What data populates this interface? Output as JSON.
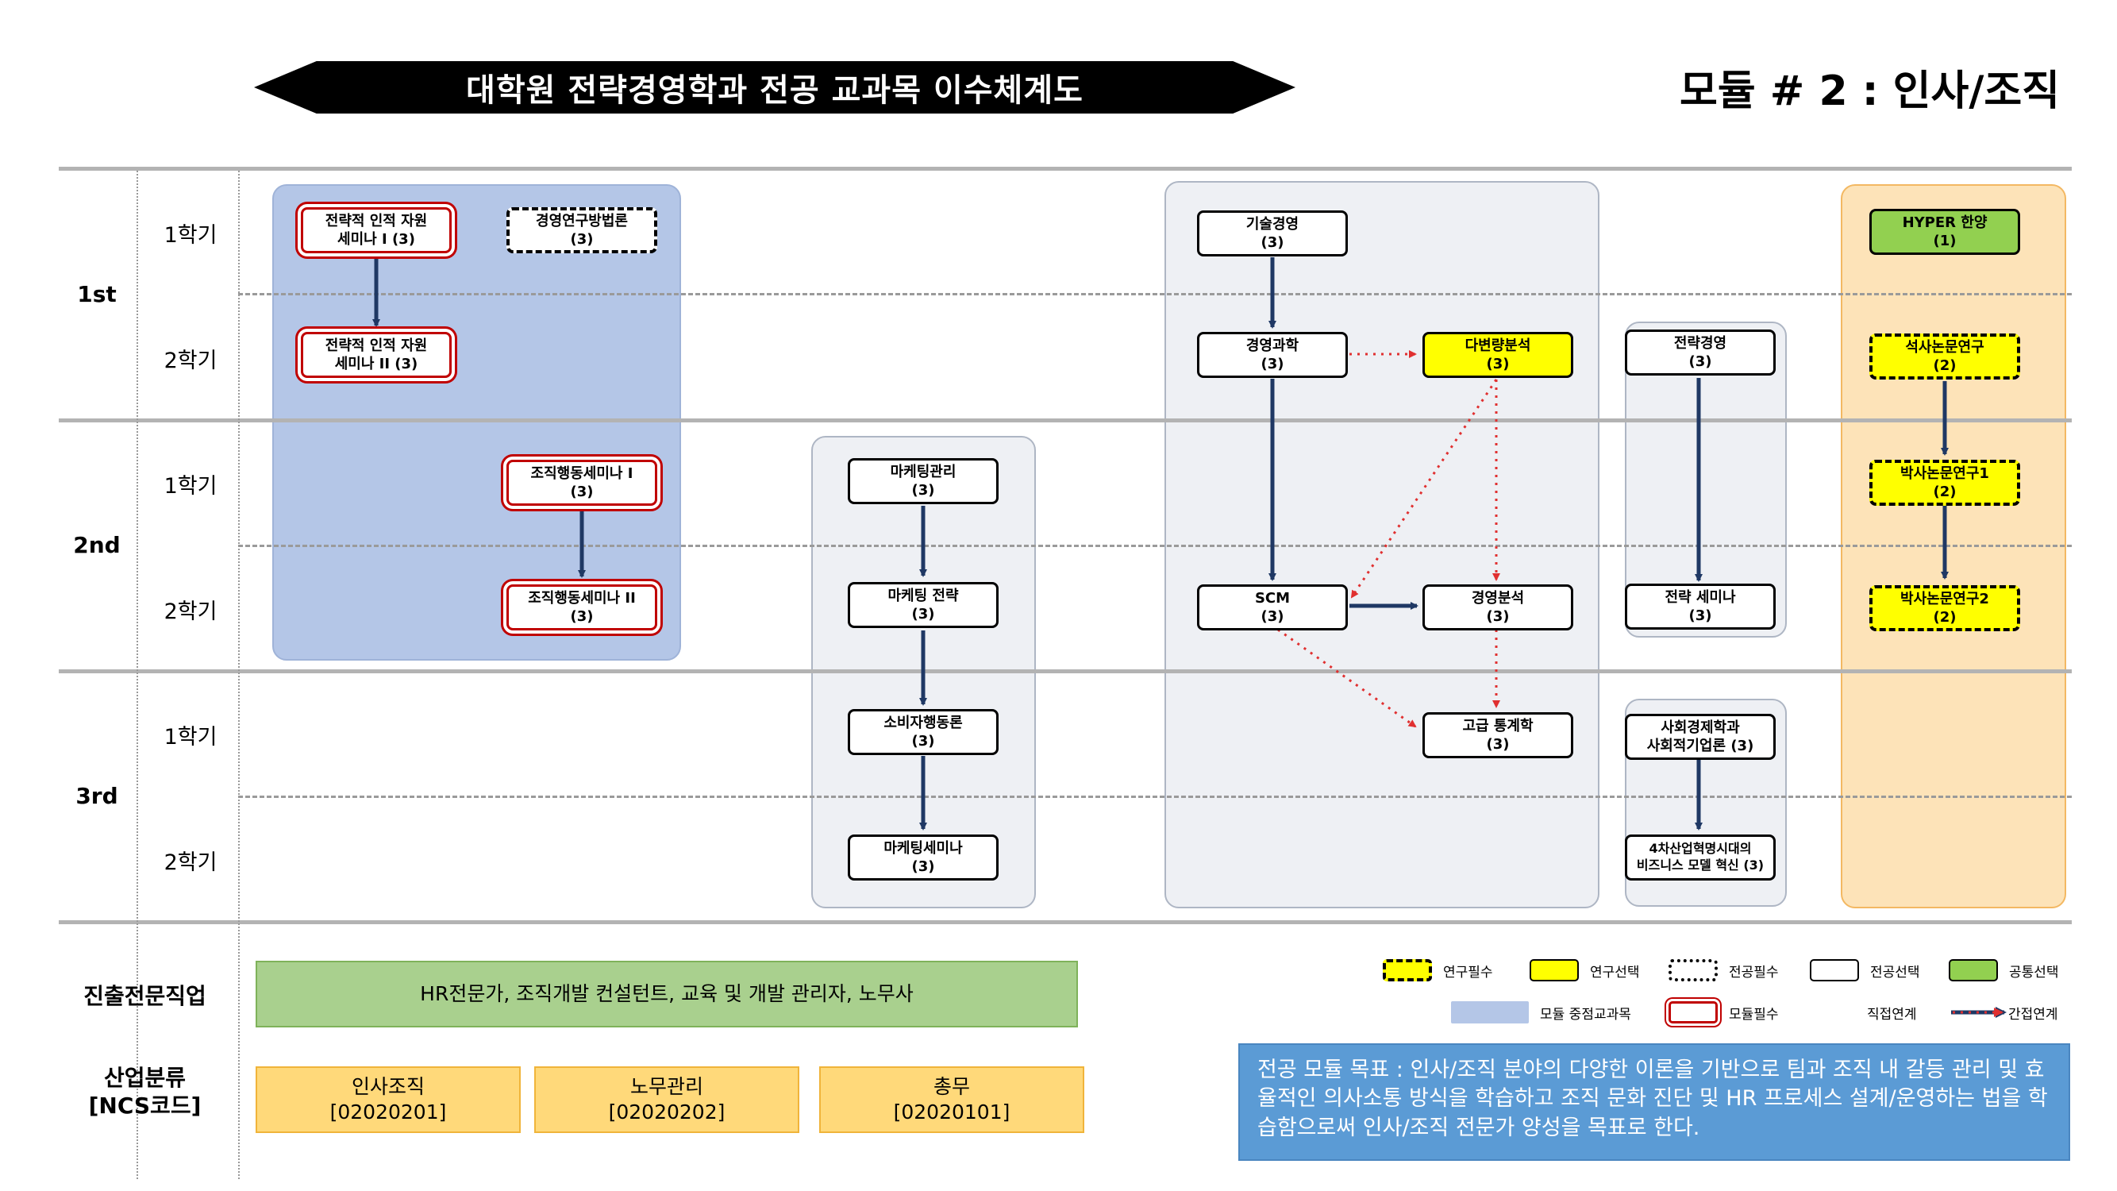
{
  "header": {
    "banner_title": "대학원 전략경영학과  전공 교과목 이수체계도",
    "module_title": "모듈 # 2 : 인사/조직"
  },
  "years": [
    "1st",
    "2nd",
    "3rd"
  ],
  "semesters": [
    "1학기",
    "2학기"
  ],
  "courses": {
    "sem_hr_1": {
      "name": "전략적 인적 자원",
      "credit": "세미나 I (3)"
    },
    "research_method": {
      "name": "경영연구방법론",
      "credit": "(3)"
    },
    "sem_hr_2": {
      "name": "전략적 인적 자원",
      "credit": "세미나 II (3)"
    },
    "org_beh_1": {
      "name": "조직행동세미나 I",
      "credit": "(3)"
    },
    "org_beh_2": {
      "name": "조직행동세미나 II",
      "credit": "(3)"
    },
    "mkt_mgmt": {
      "name": "마케팅관리",
      "credit": "(3)"
    },
    "mkt_strategy": {
      "name": "마케팅 전략",
      "credit": "(3)"
    },
    "consumer": {
      "name": "소비자행동론",
      "credit": "(3)"
    },
    "mkt_seminar": {
      "name": "마케팅세미나",
      "credit": "(3)"
    },
    "tech_mgmt": {
      "name": "기술경영",
      "credit": "(3)"
    },
    "mgmt_science": {
      "name": "경영과학",
      "credit": "(3)"
    },
    "multivariate": {
      "name": "다변량분석",
      "credit": "(3)"
    },
    "scm": {
      "name": "SCM",
      "credit": "(3)"
    },
    "biz_analysis": {
      "name": "경영분석",
      "credit": "(3)"
    },
    "adv_stats": {
      "name": "고급 통계학",
      "credit": "(3)"
    },
    "strategy_mgmt": {
      "name": "전략경영",
      "credit": "(3)"
    },
    "strategy_seminar": {
      "name": "전략 세미나",
      "credit": "(3)"
    },
    "social_econ": {
      "name": "사회경제학과",
      "credit": "사회적기업론 (3)"
    },
    "industry4": {
      "name": "4차산업혁명시대의",
      "credit": "비즈니스 모델 혁신 (3)"
    },
    "hyper": {
      "name": "HYPER 한양",
      "credit": "(1)"
    },
    "master_thesis": {
      "name": "석사논문연구",
      "credit": "(2)"
    },
    "phd_thesis_1": {
      "name": "박사논문연구1",
      "credit": "(2)"
    },
    "phd_thesis_2": {
      "name": "박사논문연구2",
      "credit": "(2)"
    }
  },
  "careers": {
    "label": "진출전문직업",
    "value": "HR전문가, 조직개발 컨설턴트, 교육 및 개발 관리자, 노무사"
  },
  "industry": {
    "label_line1": "산업분류",
    "label_line2": "[NCS코드]",
    "items": [
      {
        "name": "인사조직",
        "code": "[02020201]"
      },
      {
        "name": "노무관리",
        "code": "[02020202]"
      },
      {
        "name": "총무",
        "code": "[02020101]"
      }
    ]
  },
  "legend": {
    "research_required": "연구필수",
    "research_elective": "연구선택",
    "major_required": "전공필수",
    "major_elective": "전공선택",
    "common_elective": "공통선택",
    "module_focus": "모듈 중점교과목",
    "module_required": "모듈필수",
    "direct_link": "직접연계",
    "indirect_link": "간접연계"
  },
  "goal_text": "전공 모듈 목표 : 인사/조직 분야의 다양한 이론을 기반으로 팀과 조직 내 갈등 관리 및 효율적인 의사소통 방식을 학습하고 조직 문화 진단 및 HR 프로세스 설계/운영하는 법을 학습함으로써 인사/조직 전문가 양성을 목표로 한다.",
  "colors": {
    "banner": "#000000",
    "module_focus_bg": "#b4c6e7",
    "elective_yellow": "#ffff00",
    "common_green": "#92d050",
    "module_required_red": "#c00000",
    "direct_arrow": "#1f3864",
    "indirect_arrow": "#e03030",
    "goal_bg": "#5b9bd5"
  }
}
